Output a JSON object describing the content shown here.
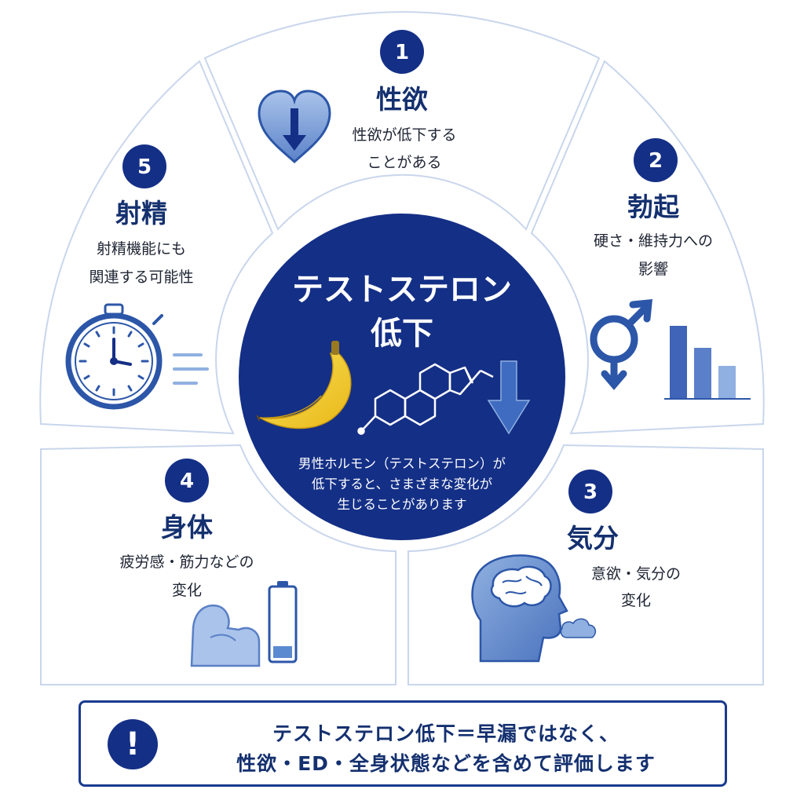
{
  "center": {
    "title_line1": "テストステロン",
    "title_line2": "低下",
    "description_lines": [
      "男性ホルモン（テストステロン）が",
      "低下すると、さまざまな変化が",
      "生じることがあります"
    ]
  },
  "items": [
    {
      "number": "1",
      "title": "性欲",
      "description_lines": [
        "性欲が低下する",
        "ことがある"
      ],
      "icon": "heart-down-arrow-icon"
    },
    {
      "number": "2",
      "title": "勃起",
      "description_lines": [
        "硬さ・維持力への",
        "影響"
      ],
      "icon": "male-symbol-bar-chart-icon"
    },
    {
      "number": "3",
      "title": "気分",
      "description_lines": [
        "意欲・気分の",
        "変化"
      ],
      "icon": "head-brain-icon"
    },
    {
      "number": "4",
      "title": "身体",
      "description_lines": [
        "疲労感・筋力などの",
        "変化"
      ],
      "icon": "arm-battery-icon"
    },
    {
      "number": "5",
      "title": "射精",
      "description_lines": [
        "射精機能にも",
        "関連する可能性"
      ],
      "icon": "stopwatch-icon"
    }
  ],
  "note": {
    "icon": "!",
    "line1": "テストステロン低下＝早漏ではなく、",
    "line2": "性欲・ED・全身状態などを含めて評価します"
  },
  "colors": {
    "navy": "#142f86",
    "icon_blue": "#2c56a8",
    "light_blue": "#8fb0e0",
    "banana_yellow": "#f2d02b",
    "segment_border": "#c9d6ec"
  }
}
